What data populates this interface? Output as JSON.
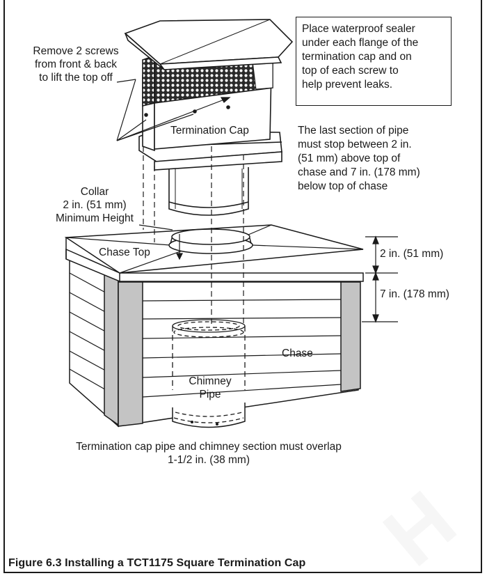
{
  "labels": {
    "remove_screws": "Remove 2 screws\nfrom front & back\nto lift the top off",
    "sealer_note": "Place waterproof sealer\nunder each flange of the\ntermination cap and on\ntop of each screw to\nhelp prevent leaks.",
    "termination_cap": "Termination Cap",
    "last_section": "The last section of pipe\nmust stop between 2 in.\n(51 mm) above top of\nchase and 7 in. (178 mm)\nbelow top of chase",
    "collar": "Collar\n2 in. (51 mm)\nMinimum Height",
    "chase_top": "Chase Top",
    "dim_2in": "2 in. (51 mm)",
    "dim_7in": "7 in. (178 mm)",
    "chase": "Chase",
    "chimney_pipe": "Chimney\nPipe",
    "overlap_note": "Termination cap pipe and chimney section must overlap\n1-1/2 in. (38 mm)"
  },
  "caption": "Figure 6.3 Installing a TCT1175 Square Termination Cap",
  "watermark": "H",
  "colors": {
    "line": "#1a1a1a",
    "siding_gray": "#c4c4c4",
    "light_gray": "#e8e8e8",
    "mesh": "#2a2a2a"
  }
}
